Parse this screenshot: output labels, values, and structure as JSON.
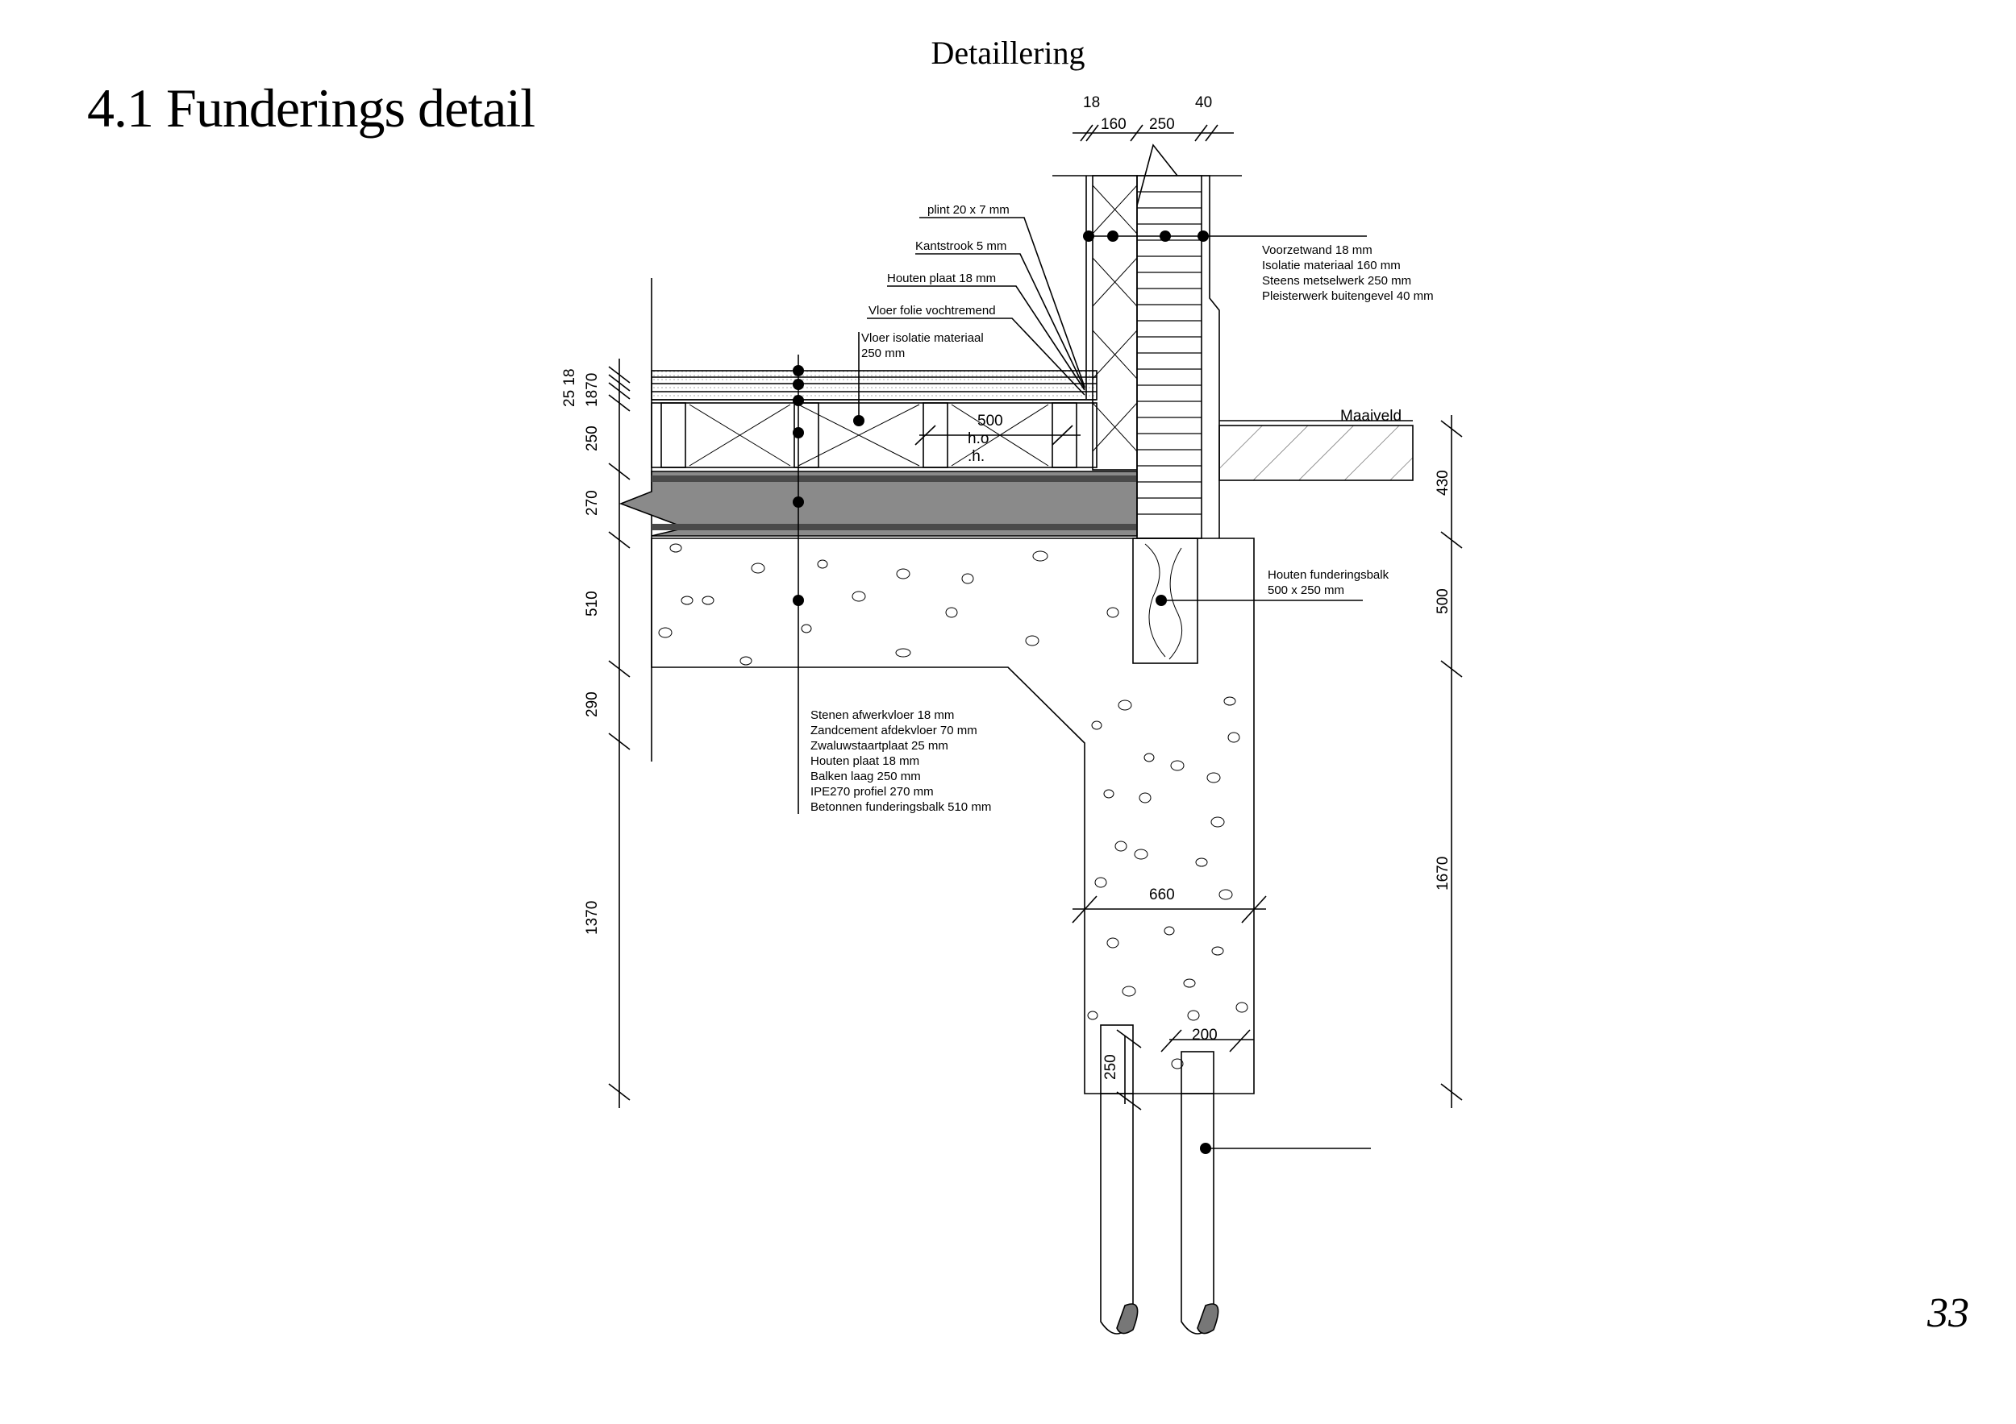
{
  "header": {
    "section": "Detaillering"
  },
  "page": {
    "title": "4.1 Funderings detail",
    "number": "33"
  },
  "labels": {
    "plint": "plint 20 x 7 mm",
    "kantstrook": "Kantstrook 5 mm",
    "houten_plaat": "Houten plaat 18 mm",
    "vloer_folie": "Vloer folie vochtremend",
    "vloer_isolatie_1": "Vloer isolatie materiaal",
    "vloer_isolatie_2": "250 mm",
    "wall_layers": [
      "Voorzetwand 18 mm",
      "Isolatie materiaal 160 mm",
      "Steens metselwerk 250 mm",
      "Pleisterwerk buitengevel 40 mm"
    ],
    "maaiveld": "Maaiveld",
    "houten_balk_1": "Houten funderingsbalk",
    "houten_balk_2": "500 x 250 mm",
    "floor_layers": [
      "Stenen afwerkvloer 18 mm",
      "Zandcement afdekvloer 70 mm",
      "Zwaluwstaartplaat 25 mm",
      "Houten plaat 18 mm",
      "Balken laag 250 mm",
      "IPE270 profiel 270 mm",
      "Betonnen funderingsbalk 510 mm"
    ],
    "hoh": "h.o",
    "hoh2": ".h."
  },
  "dimensions": {
    "top": [
      "18",
      "160",
      "250",
      "40"
    ],
    "left": [
      "25 18",
      "1870",
      "250",
      "270",
      "510",
      "290",
      "1370"
    ],
    "right": [
      "430",
      "500",
      "1670"
    ],
    "joist_spacing": "500",
    "footing_width": "660",
    "pile_width": "200",
    "pile_height": "250"
  }
}
